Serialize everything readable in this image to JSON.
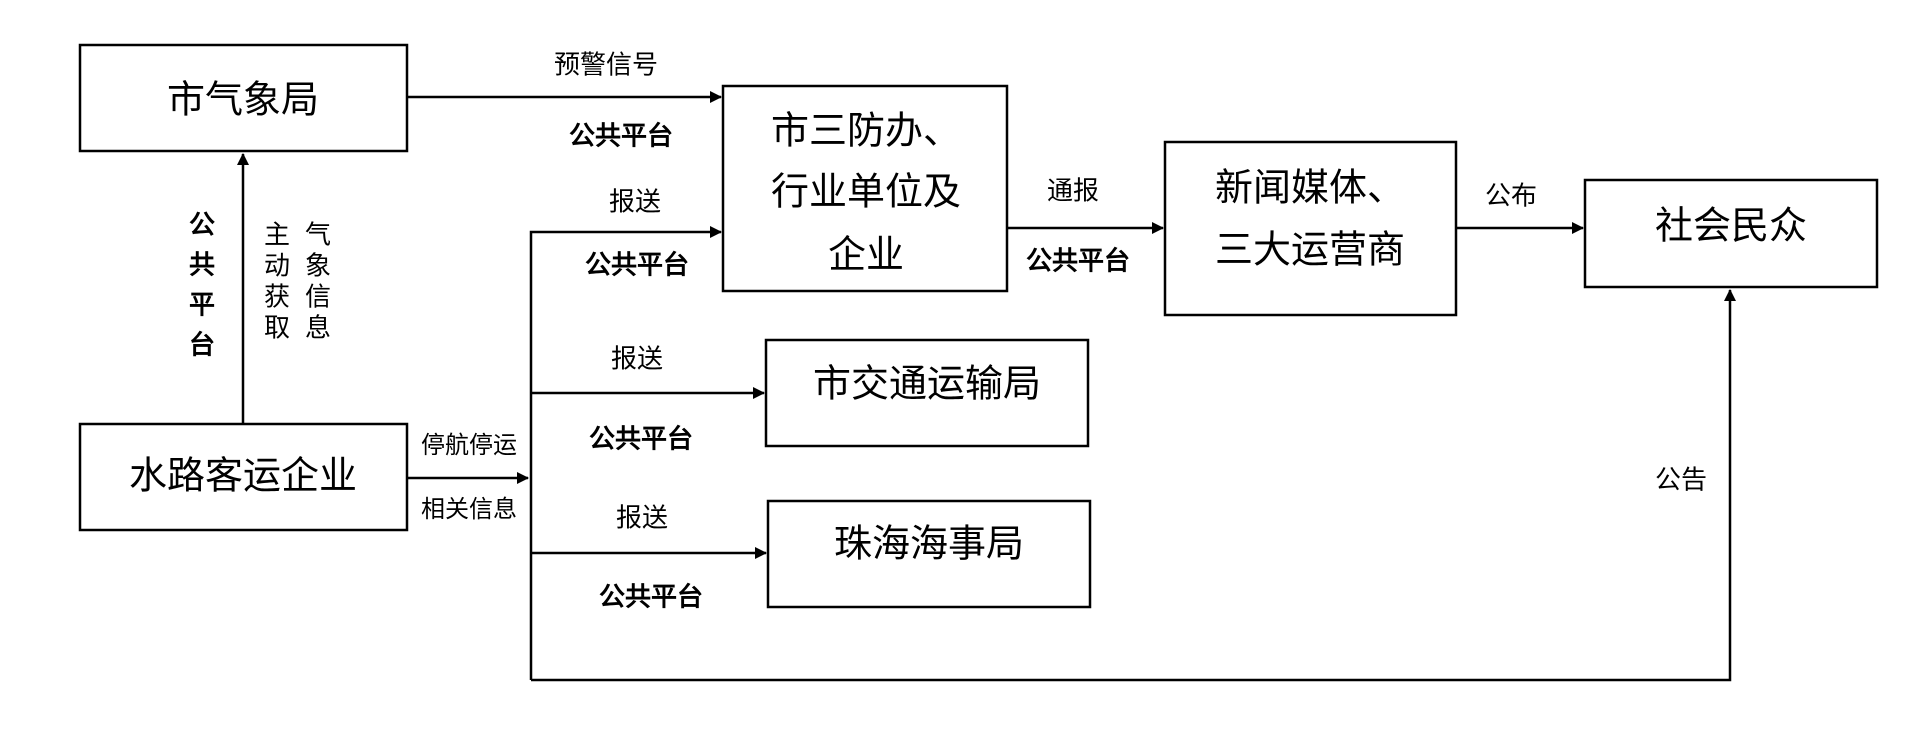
{
  "nodes": {
    "weather_bureau": "市气象局",
    "waterway_company": "水路客运企业",
    "flood_office": [
      "市三防办、",
      "行业单位及",
      "企业"
    ],
    "transport_bureau": "市交通运输局",
    "maritime_bureau": "珠海海事局",
    "media": [
      "新闻媒体、",
      "三大运营商"
    ],
    "public": "社会民众"
  },
  "edges": {
    "warning_signal": "预警信号",
    "public_platform": "公共平台",
    "vertical_platform": [
      "公",
      "共",
      "平",
      "台"
    ],
    "active_fetch": [
      "主",
      "动",
      "获",
      "取"
    ],
    "weather_info": [
      "气",
      "象",
      "信",
      "息"
    ],
    "suspension_info": [
      "停航停运",
      "相关信息"
    ],
    "report": "报送",
    "notify": "通报",
    "publish": "公布",
    "announce": "公告"
  }
}
